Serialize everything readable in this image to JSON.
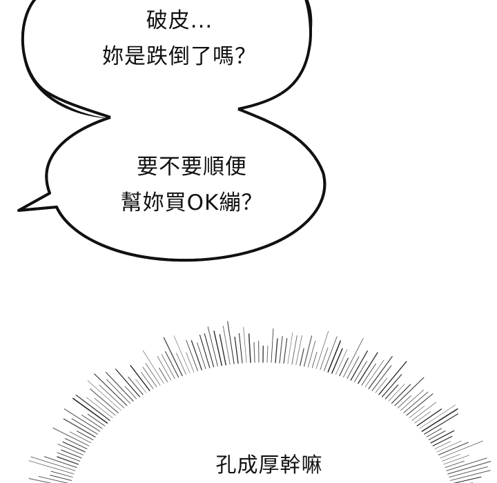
{
  "speech_bubble": {
    "lines": [
      "破皮...",
      "妳是跌倒了嗎？",
      "要不要順便",
      "幫妳買OK繃？"
    ]
  },
  "burst_caption": {
    "text": "孔成厚幹嘛"
  },
  "colors": {
    "ink": "#111111",
    "paper": "#ffffff"
  }
}
